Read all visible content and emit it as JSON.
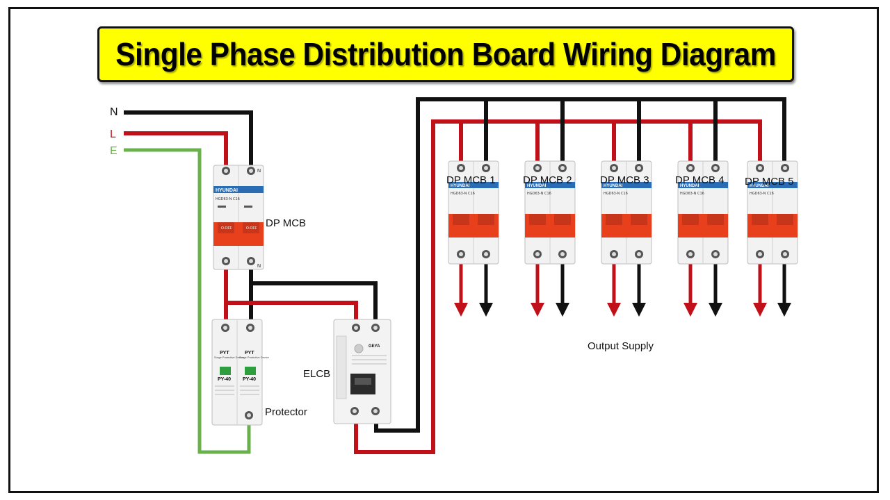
{
  "title": "Single Phase Distribution Board Wiring Diagram",
  "supply_labels": {
    "neutral": "N",
    "live": "L",
    "earth": "E"
  },
  "devices": {
    "main_mcb": "DP MCB",
    "protector": "Protector",
    "elcb": "ELCB",
    "output_mcbs": [
      "DP MCB 1",
      "DP MCB 2",
      "DP MCB 3",
      "DP MCB 4",
      "DP MCB 5"
    ]
  },
  "output_label": "Output Supply",
  "device_markings": {
    "mcb_brand": "HYUNDAI",
    "mcb_model": "HGD63-N C16",
    "mcb_switch": "O-OFF",
    "terminal_neutral": "N",
    "spd_brand": "PYT",
    "spd_sub": "Surge Protective Device",
    "spd_model": "PY-40",
    "elcb_brand": "GEYA"
  },
  "colors": {
    "neutral_wire": "#111111",
    "live_wire": "#c0101a",
    "earth_wire": "#6ab04c",
    "banner": "#ffff00",
    "switch_orange": "#e8401c",
    "supply_L_label": "#c0101a",
    "supply_E_label": "#6ab04c"
  }
}
